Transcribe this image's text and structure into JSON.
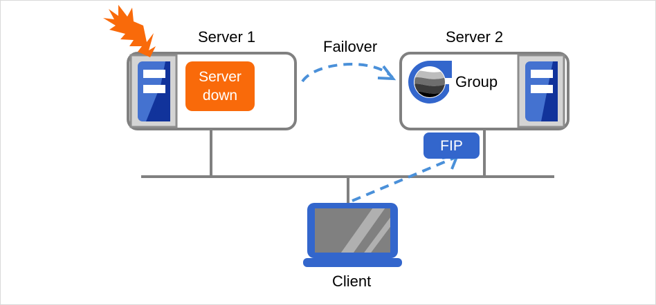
{
  "diagram": {
    "title_server1": "Server 1",
    "title_server2": "Server 2",
    "label_failover": "Failover",
    "label_group": "Group",
    "label_client": "Client",
    "badge_server_down": "Server\ndown",
    "badge_fip": "FIP",
    "colors": {
      "orange": "#f96a0a",
      "blue": "#3366cc",
      "blue_dark": "#11339b",
      "blue_light": "#4472d0",
      "gray_line": "#808080",
      "gray_box": "#d4d4d4",
      "gray_screen": "#808080",
      "dashed_blue": "#4a90d9",
      "border": "#d9d9d9",
      "text": "#000000"
    }
  }
}
